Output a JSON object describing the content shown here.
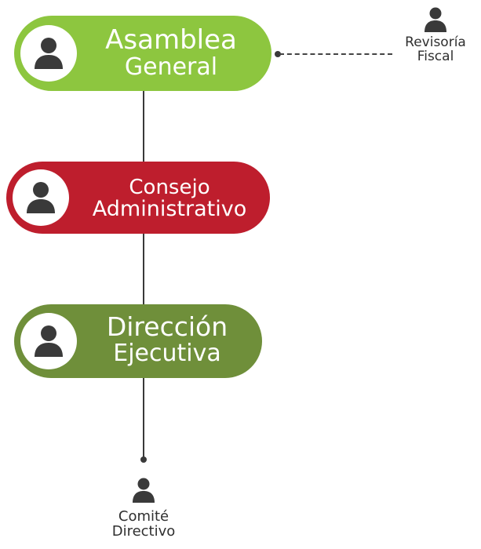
{
  "nodes": {
    "asamblea": {
      "line1": "Asamblea",
      "line2": "General",
      "color": "#8dc63f"
    },
    "consejo": {
      "line1": "Consejo",
      "line2": "Administrativo",
      "color": "#be1e2d"
    },
    "direccion": {
      "line1": "Dirección",
      "line2": "Ejecutiva",
      "color": "#6f8f3a"
    }
  },
  "side": {
    "revisoria": {
      "line1": "Revisoría",
      "line2": "Fiscal"
    },
    "comite": {
      "line1": "Comité",
      "line2": "Directivo"
    }
  },
  "icons": {
    "person": "person-icon"
  },
  "colors": {
    "line": "#3a3a3a",
    "icon": "#3a3a3a"
  }
}
